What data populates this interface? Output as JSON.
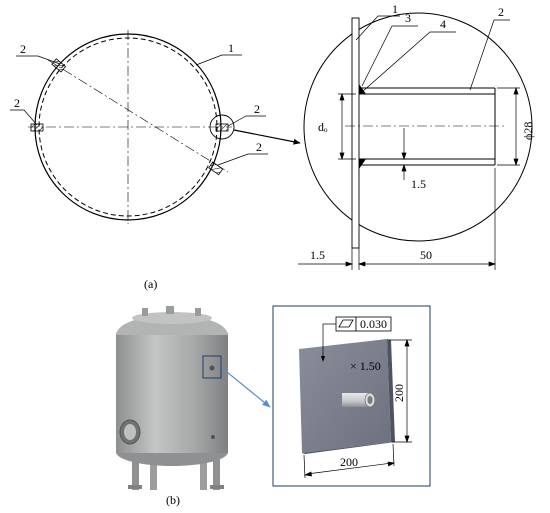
{
  "figure_a": {
    "caption": "(a)",
    "left_view": {
      "shell_label": "1",
      "nozzle_labels": [
        "2",
        "2",
        "2",
        "2"
      ]
    },
    "detail_view": {
      "labels": [
        "1",
        "3",
        "4",
        "2"
      ],
      "inner_diameter": "dₒ",
      "outer_diameter": "ϕ28",
      "thickness_pipe": "1.5",
      "thickness_wall": "1.5",
      "length": "50"
    }
  },
  "figure_b": {
    "caption": "(b)",
    "flatness_value": "0.030",
    "thickness": "× 1.50",
    "height": "200",
    "width": "200"
  },
  "colors": {
    "line": "#000000",
    "arrow": "#5b8ec7",
    "plate": "#7c7f8d",
    "plate_dark": "#4f5260",
    "tank": "#a9abab"
  }
}
